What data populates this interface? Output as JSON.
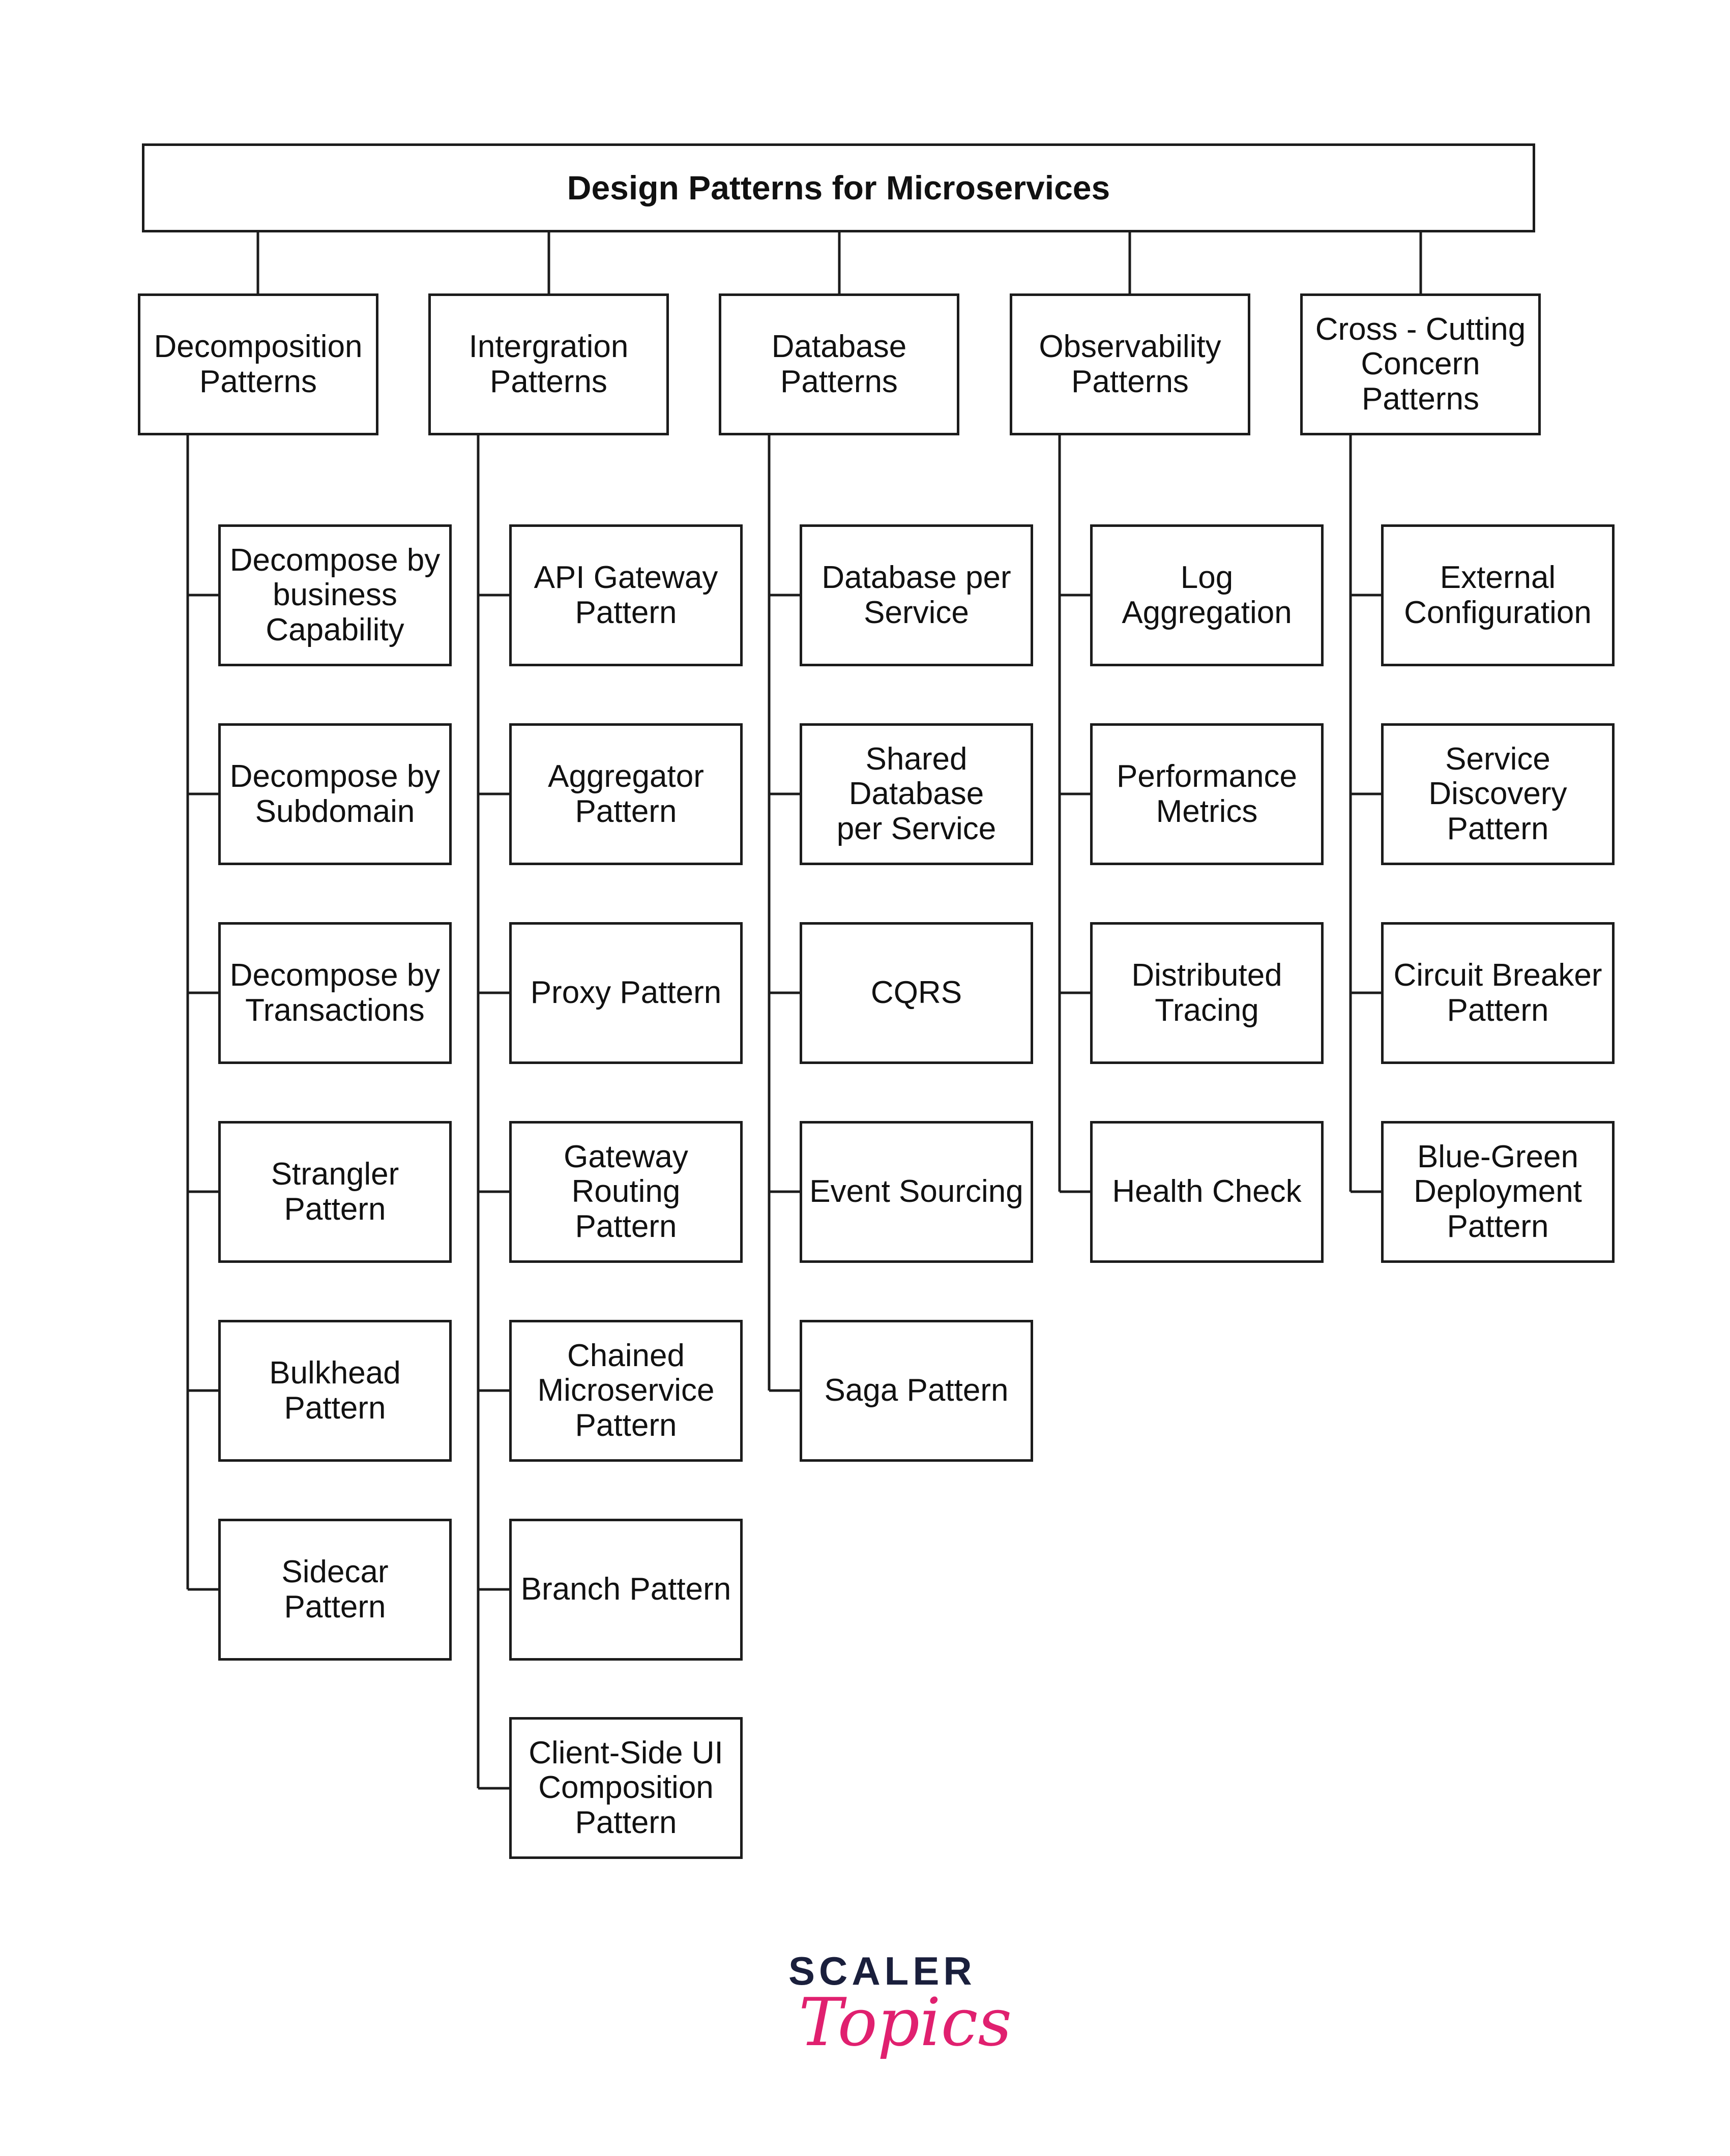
{
  "root": {
    "label": "Design Patterns for Microservices"
  },
  "categories": [
    {
      "label": "Decomposition\nPatterns",
      "items": [
        "Decompose by\nbusiness\nCapability",
        "Decompose by\nSubdomain",
        "Decompose by\nTransactions",
        "Strangler\nPattern",
        "Bulkhead\nPattern",
        "Sidecar\nPattern"
      ]
    },
    {
      "label": "Intergration\nPatterns",
      "items": [
        "API Gateway\nPattern",
        "Aggregator\nPattern",
        "Proxy Pattern",
        "Gateway\nRouting\nPattern",
        "Chained\nMicroservice\nPattern",
        "Branch Pattern",
        "Client-Side UI\nComposition\nPattern"
      ]
    },
    {
      "label": "Database\nPatterns",
      "items": [
        "Database per\nService",
        "Shared\nDatabase\nper Service",
        "CQRS",
        "Event Sourcing",
        "Saga Pattern"
      ]
    },
    {
      "label": "Observability\nPatterns",
      "items": [
        "Log\nAggregation",
        "Performance\nMetrics",
        "Distributed\nTracing",
        "Health Check"
      ]
    },
    {
      "label": "Cross - Cutting\nConcern Patterns",
      "items": [
        "External\nConfiguration",
        "Service\nDiscovery\nPattern",
        "Circuit Breaker\nPattern",
        "Blue-Green\nDeployment\nPattern"
      ]
    }
  ],
  "brand": {
    "word": "SCALER",
    "script": "Topics"
  },
  "colors": {
    "line": "#1c1c1c",
    "brand_dark": "#1a1f3c",
    "brand_pink": "#e0206f"
  }
}
